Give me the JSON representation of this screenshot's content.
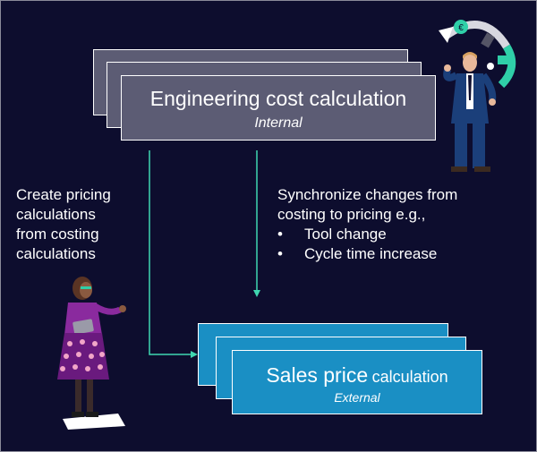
{
  "engineering": {
    "title": "Engineering cost calculation",
    "subtitle": "Internal",
    "color": "#5c5c74"
  },
  "sales": {
    "title_main": "Sales price",
    "title_rest": "calculation",
    "subtitle": "External",
    "color": "#1a8fc4"
  },
  "left_text": {
    "lines": [
      "Create pricing",
      "calculations",
      "from costing",
      "calculations"
    ]
  },
  "right_text": {
    "lines": [
      "Synchronize changes from",
      "costing to pricing e.g.,"
    ],
    "bullets": [
      "Tool change",
      "Cycle time increase"
    ]
  },
  "arrow_color": "#3fd6b0",
  "icons": [
    "businessman-illustration",
    "businesswoman-illustration",
    "currency-cycle-icon"
  ]
}
